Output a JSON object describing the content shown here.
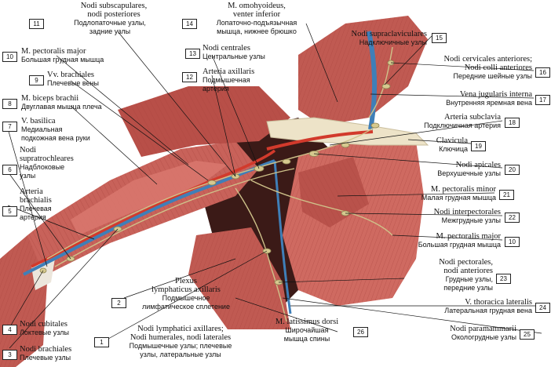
{
  "labels": {
    "l1": {
      "num": "1",
      "latin": [
        "Nodi lymphatici axillares;",
        "Nodi humerales, nodi laterales"
      ],
      "russian": [
        "Подмышечные узлы; плечевые",
        "узлы, латеральные узлы"
      ]
    },
    "l2": {
      "num": "2",
      "latin": [
        "Plexus",
        "lymphaticus axillaris"
      ],
      "russian": [
        "Подмышечное",
        "лимфатическое сплетение"
      ]
    },
    "l3": {
      "num": "3",
      "latin": [
        "Nodi brachiales"
      ],
      "russian": [
        "Плечевые узлы"
      ]
    },
    "l4": {
      "num": "4",
      "latin": [
        "Nodi cubitales"
      ],
      "russian": [
        "Локтевые узлы"
      ]
    },
    "l5": {
      "num": "5",
      "latin": [
        "Arteria",
        "brachialis"
      ],
      "russian": [
        "Плечевая",
        "артерия"
      ]
    },
    "l6": {
      "num": "6",
      "latin": [
        "Nodi",
        "supratrochleares"
      ],
      "russian": [
        "Надблоковые",
        "узлы"
      ]
    },
    "l7": {
      "num": "7",
      "latin": [
        "V. basilica"
      ],
      "russian": [
        "Медиальная",
        "подкожная вена руки"
      ]
    },
    "l8": {
      "num": "8",
      "latin": [
        "M. biceps brachii"
      ],
      "russian": [
        "Двуглавая мышца плеча"
      ]
    },
    "l9": {
      "num": "9",
      "latin": [
        "Vv. brachiales"
      ],
      "russian": [
        "Плечевые вены"
      ]
    },
    "l10": {
      "num": "10",
      "latin": [
        "M. pectoralis major"
      ],
      "russian": [
        "Большая грудная мышца"
      ]
    },
    "l11": {
      "num": "11",
      "latin": [
        "Nodi subscapulares,",
        "nodi posteriores"
      ],
      "russian": [
        "Подлопаточные узлы,",
        "задние узлы"
      ]
    },
    "l12": {
      "num": "12",
      "latin": [
        "Arteria axillaris"
      ],
      "russian": [
        "Подмышечная",
        "артерия"
      ]
    },
    "l13": {
      "num": "13",
      "latin": [
        "Nodi centrales"
      ],
      "russian": [
        "Центральные узлы"
      ]
    },
    "l14": {
      "num": "14",
      "latin": [
        "M. omohyoideus,",
        "venter inferior"
      ],
      "russian": [
        "Лопаточно-подъязычная",
        "мышца, нижнее брюшко"
      ]
    },
    "l15": {
      "num": "15",
      "latin": [
        "Nodi supraclaviculares"
      ],
      "russian": [
        "Надключичные узлы"
      ]
    },
    "l16": {
      "num": "16",
      "latin": [
        "Nodi cervicales anteriores;",
        "Nodi colli anteriores"
      ],
      "russian": [
        "Передние шейные узлы"
      ]
    },
    "l17": {
      "num": "17",
      "latin": [
        "Vena jugularis interna"
      ],
      "russian": [
        "Внутренняя яремная вена"
      ]
    },
    "l18": {
      "num": "18",
      "latin": [
        "Arteria subclavia"
      ],
      "russian": [
        "Подключичная артерия"
      ]
    },
    "l19": {
      "num": "19",
      "latin": [
        "Clavicula"
      ],
      "russian": [
        "Ключица"
      ]
    },
    "l20": {
      "num": "20",
      "latin": [
        "Nodi apicales"
      ],
      "russian": [
        "Верхушечные узлы"
      ]
    },
    "l21": {
      "num": "21",
      "latin": [
        "M. pectoralis minor"
      ],
      "russian": [
        "Малая грудная мышца"
      ]
    },
    "l22": {
      "num": "22",
      "latin": [
        "Nodi interpectorales"
      ],
      "russian": [
        "Межгрудные узлы"
      ]
    },
    "l10b": {
      "num": "10",
      "latin": [
        "M. pectoralis major"
      ],
      "russian": [
        "Большая грудная мышца"
      ]
    },
    "l23": {
      "num": "23",
      "latin": [
        "Nodi pectorales,",
        "nodi anteriores"
      ],
      "russian": [
        "Грудные узлы,",
        "передние узлы"
      ]
    },
    "l24": {
      "num": "24",
      "latin": [
        "V. thoracica lateralis"
      ],
      "russian": [
        "Латеральная грудная вена"
      ]
    },
    "l25": {
      "num": "25",
      "latin": [
        "Nodi paramammarii"
      ],
      "russian": [
        "Окологрудные узлы"
      ]
    },
    "l26": {
      "num": "26",
      "latin": [
        "M. latissimus dorsi"
      ],
      "russian": [
        "Широчайшая",
        "мышца спины"
      ]
    }
  },
  "colors": {
    "muscle": "#c8625a",
    "muscle_dark": "#9e3c36",
    "muscle_light": "#e3988f",
    "vein": "#3f7fb8",
    "artery": "#d23a2c",
    "lymph": "#cfc28a",
    "bone": "#ede3c8",
    "tendon": "#ece6dc"
  }
}
